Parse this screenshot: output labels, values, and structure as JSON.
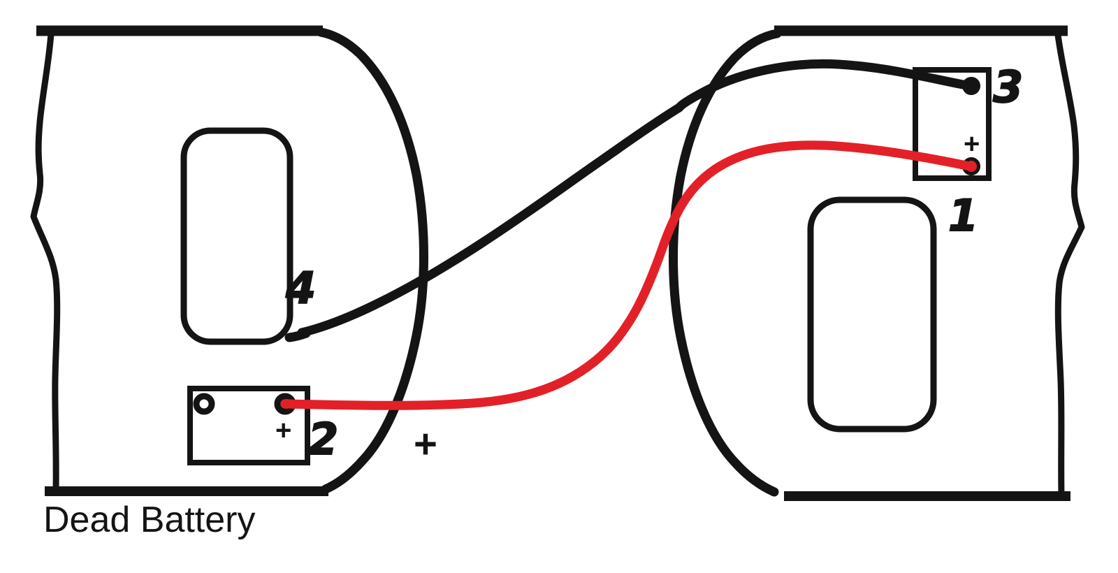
{
  "diagram": {
    "title_caption": "Dead Battery",
    "type": "jumper-cable-connection-diagram",
    "background_color": "#ffffff",
    "colors": {
      "outline": "#141414",
      "negative_cable": "#141414",
      "positive_cable": "#e32028",
      "terminal_marker": "#141414"
    },
    "step_labels": [
      {
        "id": "1",
        "text": "1",
        "meaning": "good-battery-positive-terminal"
      },
      {
        "id": "2",
        "text": "2",
        "meaning": "dead-battery-positive-terminal"
      },
      {
        "id": "3",
        "text": "3",
        "meaning": "good-battery-negative-terminal"
      },
      {
        "id": "4",
        "text": "4",
        "meaning": "dead-car-engine-ground-point"
      }
    ],
    "polarity_marks": {
      "free_plus": "+",
      "dead_battery_plus": "+",
      "good_battery_plus": "+"
    },
    "vehicles": [
      {
        "name": "dead-vehicle",
        "caption": "Dead Battery",
        "battery_orientation": "horizontal",
        "terminals": [
          {
            "polarity": "negative",
            "connected": false
          },
          {
            "polarity": "positive",
            "connected": true,
            "cable": "red"
          }
        ]
      },
      {
        "name": "donor-vehicle",
        "caption": "",
        "battery_orientation": "vertical",
        "terminals": [
          {
            "polarity": "negative",
            "connected": true,
            "cable": "black"
          },
          {
            "polarity": "positive",
            "connected": true,
            "cable": "red"
          }
        ]
      }
    ],
    "cables": [
      {
        "name": "black-negative-cable",
        "color": "#141414",
        "from": "good-battery-negative",
        "to": "dead-car-engine-ground"
      },
      {
        "name": "red-positive-cable",
        "color": "#e32028",
        "from": "dead-battery-positive",
        "to": "good-battery-positive"
      }
    ]
  }
}
